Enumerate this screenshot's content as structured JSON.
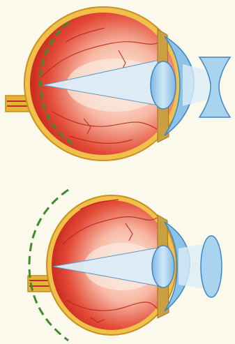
{
  "figure": {
    "panels": [
      {
        "id": "myopia",
        "lens_type": "concave",
        "focal_arc_position": "inside-retina"
      },
      {
        "id": "hyperopia",
        "lens_type": "convex",
        "focal_arc_position": "behind-retina"
      }
    ]
  },
  "colors": {
    "background": "#fbf8ec",
    "sclera_outline": "#e2a72e",
    "eye_interior": "#de3a2b",
    "eye_light": "#fbe6d8",
    "vessel": "#b8231c",
    "cornea": "#8cc3e6",
    "lens": "#a9d3ef",
    "lens_outline": "#3f86c2",
    "light_cone": "#dcecf7",
    "focus_arc": "#3e8c2e"
  }
}
